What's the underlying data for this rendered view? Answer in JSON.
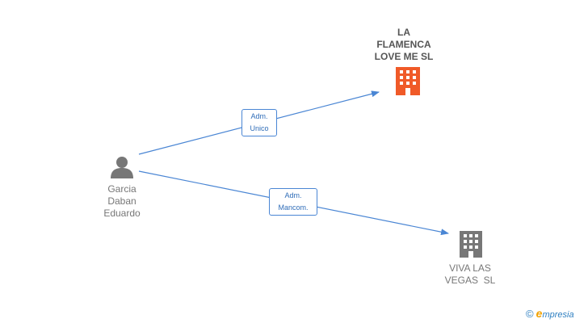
{
  "nodes": {
    "company_main": {
      "lines": [
        "LA",
        "FLAMENCA",
        "LOVE ME SL"
      ],
      "color": "#f05a28"
    },
    "company_second": {
      "lines": [
        "VIVA LAS",
        "VEGAS  SL"
      ],
      "color": "#777777"
    },
    "person": {
      "lines": [
        "Garcia",
        "Daban",
        "Eduardo"
      ],
      "color": "#777777"
    }
  },
  "edges": [
    {
      "lines": [
        "Adm.",
        "Unico"
      ]
    },
    {
      "lines": [
        "Adm.",
        "Mancom."
      ]
    }
  ],
  "footer": {
    "copyright": "©",
    "brand_e": "e",
    "brand_rest": "mpresia"
  },
  "colors": {
    "edge": "#4a86d4",
    "highlight": "#f05a28"
  }
}
